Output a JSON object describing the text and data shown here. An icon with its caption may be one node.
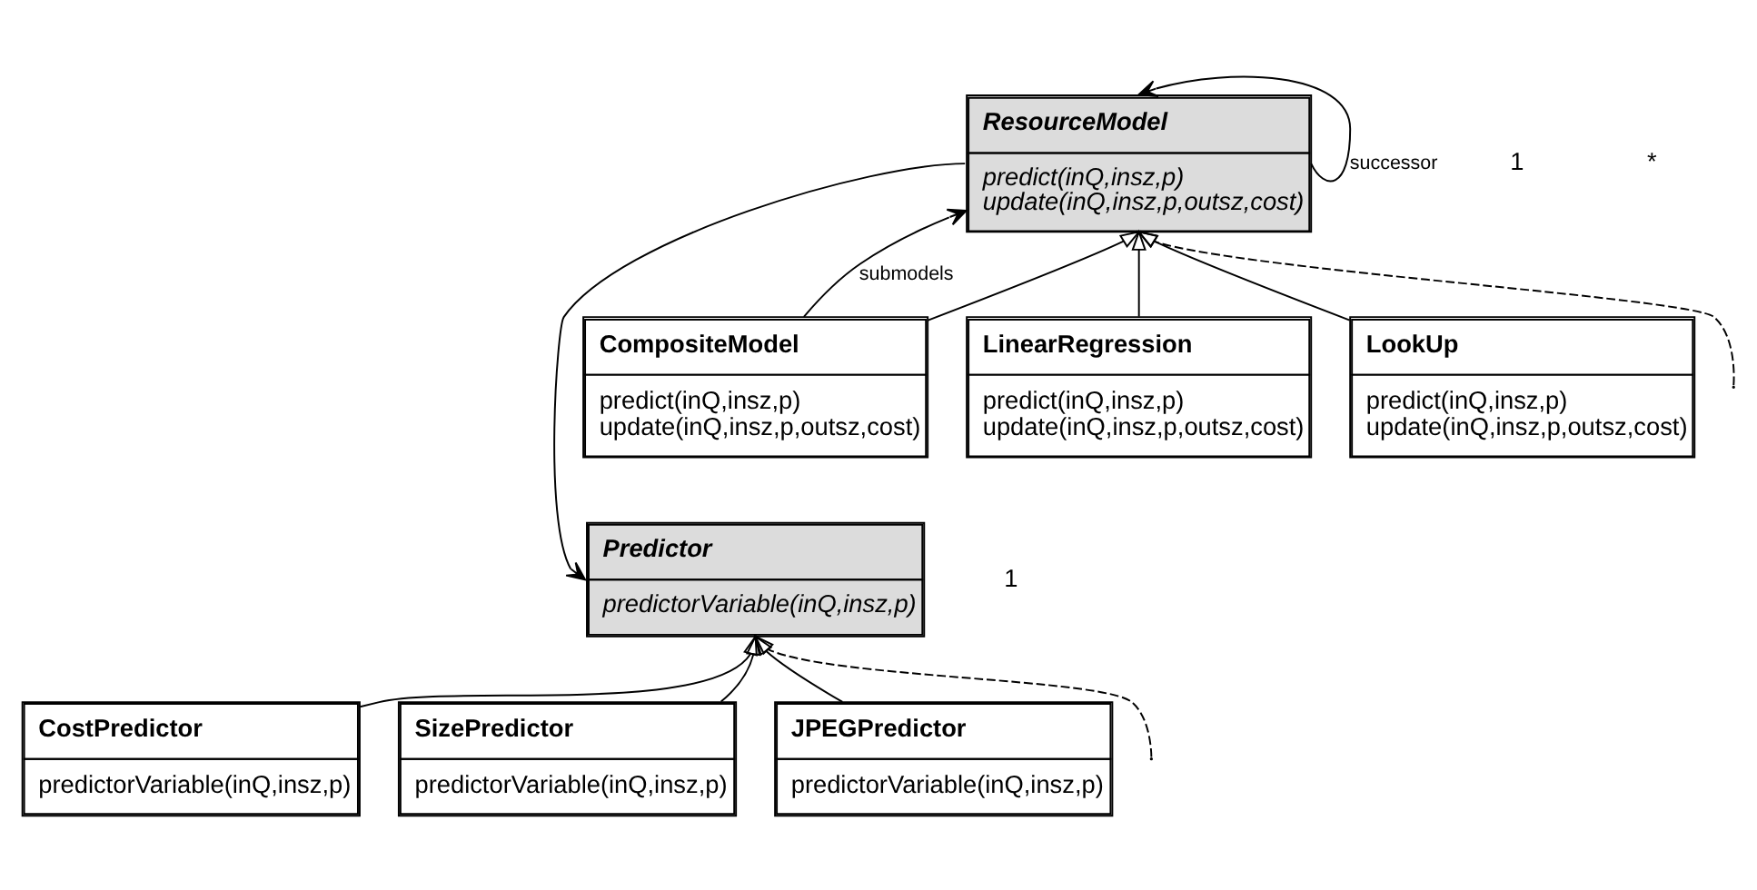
{
  "diagram": {
    "nodes": [
      {
        "text": [
          "ResourceModel",
          "predict(inQ,insz,p)",
          "update(inQ,insz,p,outsz,cost)"
        ]
      },
      {
        "text": [
          "CompositeModel",
          "predict(inQ,insz,p)",
          "update(inQ,insz,p,outsz,cost)"
        ]
      },
      {
        "text": [
          "LinearRegression",
          "predict(inQ,insz,p)",
          "update(inQ,insz,p,outsz,cost)"
        ]
      },
      {
        "text": [
          "LookUp",
          "predict(inQ,insz,p)",
          "update(inQ,insz,p,outsz,cost)"
        ]
      },
      {
        "text": [
          "Predictor",
          "predictorVariable(inQ,insz,p)"
        ]
      },
      {
        "text": [
          "CostPredictor",
          "predictorVariable(inQ,insz,p)"
        ]
      },
      {
        "text": [
          "SizePredictor",
          "predictorVariable(inQ,insz,p)"
        ]
      },
      {
        "text": [
          "JPEGPredictor",
          "predictorVariable(inQ,insz,p)"
        ]
      }
    ],
    "edges": [
      {
        "from": 0,
        "to": 0,
        "arrow": "to",
        "label": "successor"
      },
      {
        "from": 1,
        "to": 0,
        "arrow": "to",
        "label": "submodels"
      },
      {
        "from": 0,
        "to": 4,
        "arrow": "to"
      },
      {
        "from": 1,
        "to": 0,
        "arrow": "to"
      },
      {
        "from": 2,
        "to": 0,
        "arrow": "to"
      },
      {
        "from": 3,
        "to": 0,
        "arrow": "to"
      },
      {
        "from": null,
        "to": 0,
        "arrow": "to",
        "style": "dashed"
      },
      {
        "from": 5,
        "to": 4,
        "arrow": "to"
      },
      {
        "from": 6,
        "to": 4,
        "arrow": "to"
      },
      {
        "from": 7,
        "to": 4,
        "arrow": "to"
      },
      {
        "from": null,
        "to": 4,
        "arrow": "to",
        "style": "dashed"
      }
    ],
    "labels": [
      "1",
      "*",
      "1"
    ]
  }
}
